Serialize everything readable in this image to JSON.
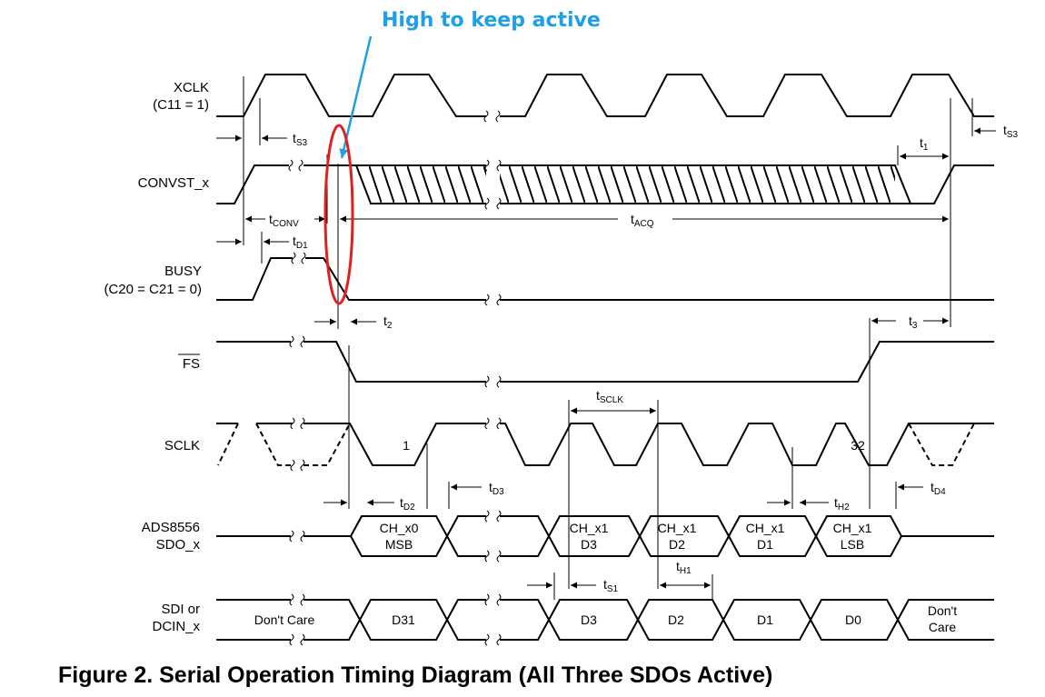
{
  "annotation": {
    "text": "High to keep active",
    "color": "#1ea0e6",
    "highlight_color": "#e02020"
  },
  "caption": "Figure 2.  Serial Operation Timing Diagram (All Three SDOs Active)",
  "signals": {
    "xclk": [
      "XCLK",
      "(C11 = 1)"
    ],
    "convst": [
      "CONVST_x"
    ],
    "busy": [
      "BUSY",
      "(C20 = C21 = 0)"
    ],
    "fs": [
      "FS"
    ],
    "sclk": [
      "SCLK"
    ],
    "sdo": [
      "ADS8556",
      "SDO_x"
    ],
    "sdi": [
      "SDI or",
      "DCIN_x"
    ]
  },
  "timing": {
    "ts3_left": {
      "main": "t",
      "sub": "S3"
    },
    "ts3_right": {
      "main": "t",
      "sub": "S3"
    },
    "t1": {
      "main": "t",
      "sub": "1"
    },
    "tconv": {
      "main": "t",
      "sub": "CONV"
    },
    "tacq": {
      "main": "t",
      "sub": "ACQ"
    },
    "td1": {
      "main": "t",
      "sub": "D1"
    },
    "t2": {
      "main": "t",
      "sub": "2"
    },
    "t3": {
      "main": "t",
      "sub": "3"
    },
    "tsclk": {
      "main": "t",
      "sub": "SCLK"
    },
    "td3": {
      "main": "t",
      "sub": "D3"
    },
    "td2": {
      "main": "t",
      "sub": "D2"
    },
    "th2": {
      "main": "t",
      "sub": "H2"
    },
    "td4": {
      "main": "t",
      "sub": "D4"
    },
    "ts1": {
      "main": "t",
      "sub": "S1"
    },
    "th1": {
      "main": "t",
      "sub": "H1"
    }
  },
  "sclk_marks": {
    "first": "1",
    "last": "32"
  },
  "sdo_cells": [
    [
      "CH_x0",
      "MSB"
    ],
    [
      "CH_x1",
      "D3"
    ],
    [
      "CH_x1",
      "D2"
    ],
    [
      "CH_x1",
      "D1"
    ],
    [
      "CH_x1",
      "LSB"
    ]
  ],
  "sdi_cells": [
    "Don't Care",
    "D31",
    "D3",
    "D2",
    "D1",
    "D0",
    "Don't",
    "Care"
  ]
}
